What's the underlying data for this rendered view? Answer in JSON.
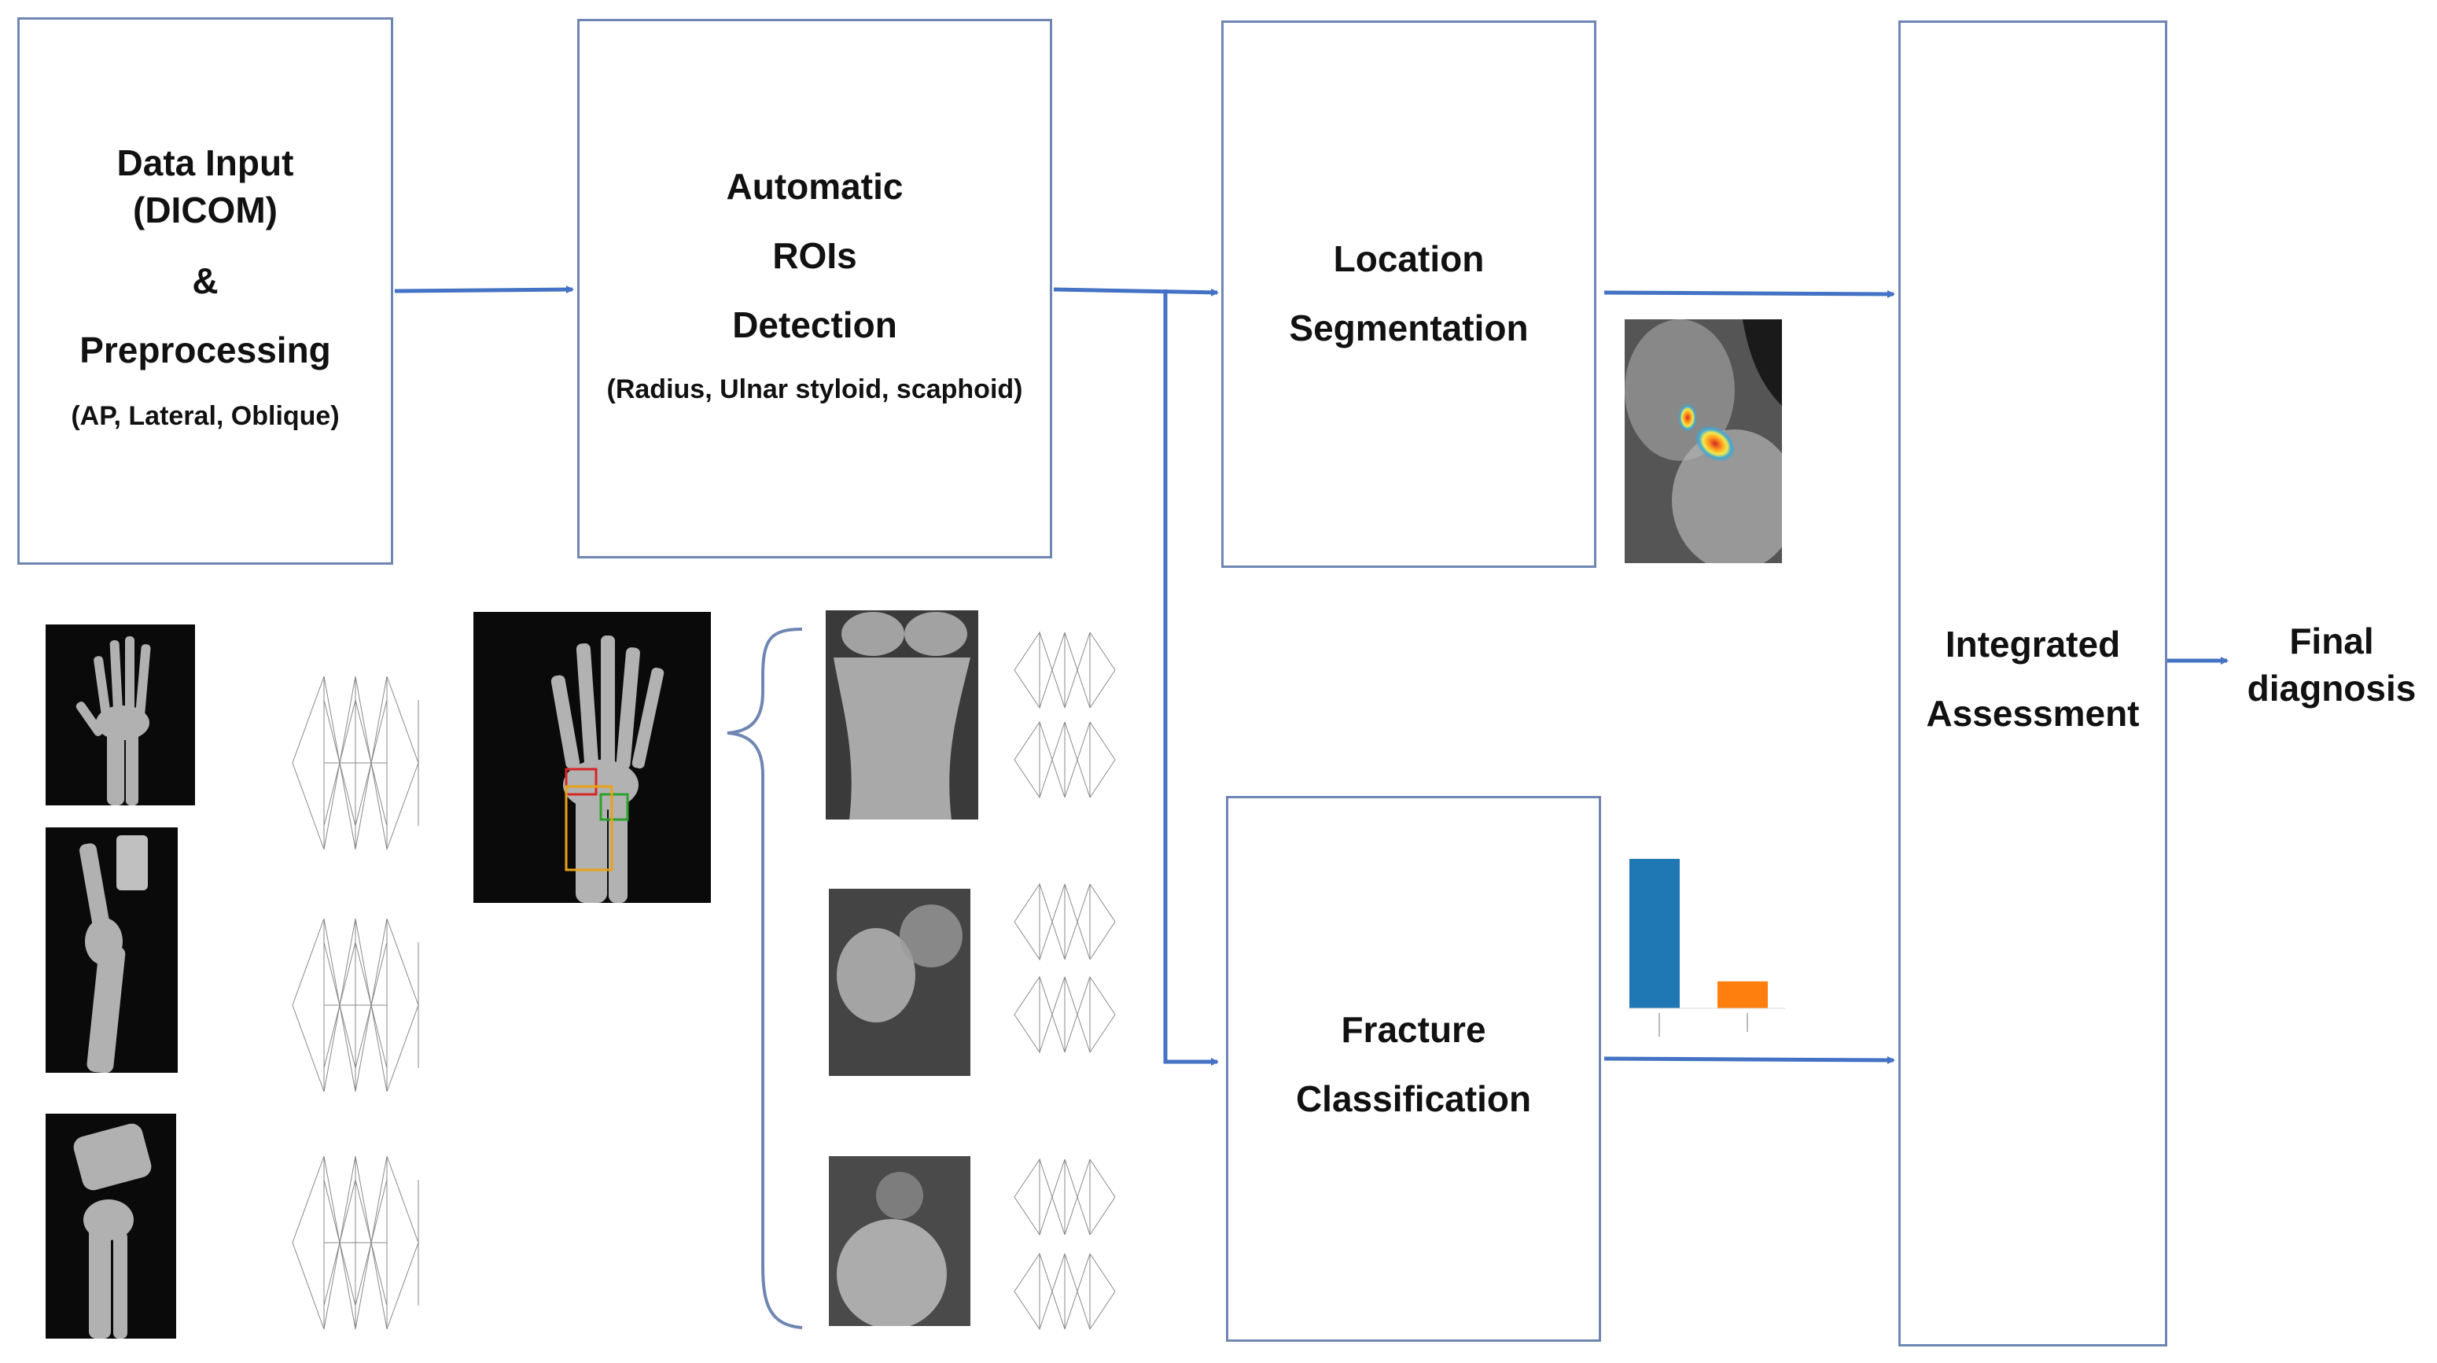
{
  "stages": {
    "data_input": {
      "line1": "Data Input",
      "line2": "(DICOM)",
      "line3": "&",
      "line4": "Preprocessing",
      "line5": "(AP, Lateral, Oblique)"
    },
    "roi_detection": {
      "line1": "Automatic",
      "line2": "ROIs",
      "line3": "Detection",
      "line4": "(Radius, Ulnar styloid, scaphoid)"
    },
    "location_segmentation": {
      "line1": "Location",
      "line2": "Segmentation"
    },
    "fracture_classification": {
      "line1": "Fracture",
      "line2": "Classification"
    },
    "integrated_assessment": {
      "line1": "Integrated",
      "line2": "Assessment"
    }
  },
  "final": {
    "line1": "Final",
    "line2": "diagnosis"
  },
  "colors": {
    "box_border": "#6f86b3",
    "arrow": "#4472c4",
    "bar_primary": "#1f77b4",
    "bar_secondary": "#ff7f0e",
    "roi_red": "#d62728",
    "roi_green": "#2ca02c",
    "roi_orange": "#e8a317"
  },
  "classification_chart": {
    "values": [
      1.0,
      0.18
    ]
  }
}
